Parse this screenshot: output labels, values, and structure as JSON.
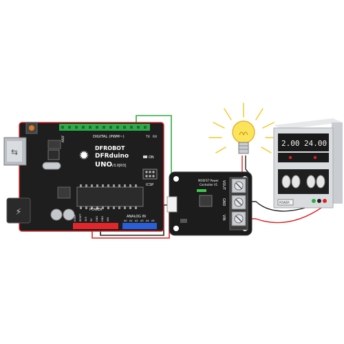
{
  "arduino": {
    "brand_line1": "DFROBOT",
    "brand_line2": "DFRduino",
    "model": "UNO",
    "version": "v3.0[R3]",
    "digital_header": "DIGITAL (PWM~)",
    "power_label": "POWER",
    "analog_label": "ANALOG IN",
    "icsp_label": "ICSP",
    "on_label": "ON",
    "aref_label": "AREF",
    "tx_label": "TX",
    "rx_label": "RX",
    "power_pins": [
      "IOREF",
      "RESET",
      "3V3",
      "5V",
      "GND",
      "GND",
      "VIN"
    ],
    "analog_pins": [
      "A0",
      "A1",
      "A2",
      "A3",
      "A4",
      "A5"
    ]
  },
  "driver_module": {
    "title_line1": "MOSFET Power",
    "title_line2": "Controller V1",
    "terminals": [
      "VOUT",
      "GND",
      "VIN"
    ]
  },
  "power_supply": {
    "display_left": "2.00",
    "display_right": "24.00",
    "brand_plate": "POWER"
  },
  "colors": {
    "board": "#1e1e1e",
    "board_edge": "#d92b2b",
    "header_green": "#2eaa4a",
    "power_red": "#e3262b",
    "analog_blue": "#2b5fd9",
    "wire_red": "#e02020",
    "wire_black": "#202020",
    "wire_green": "#2faa3f",
    "bulb_glow": "#f7c51e"
  }
}
